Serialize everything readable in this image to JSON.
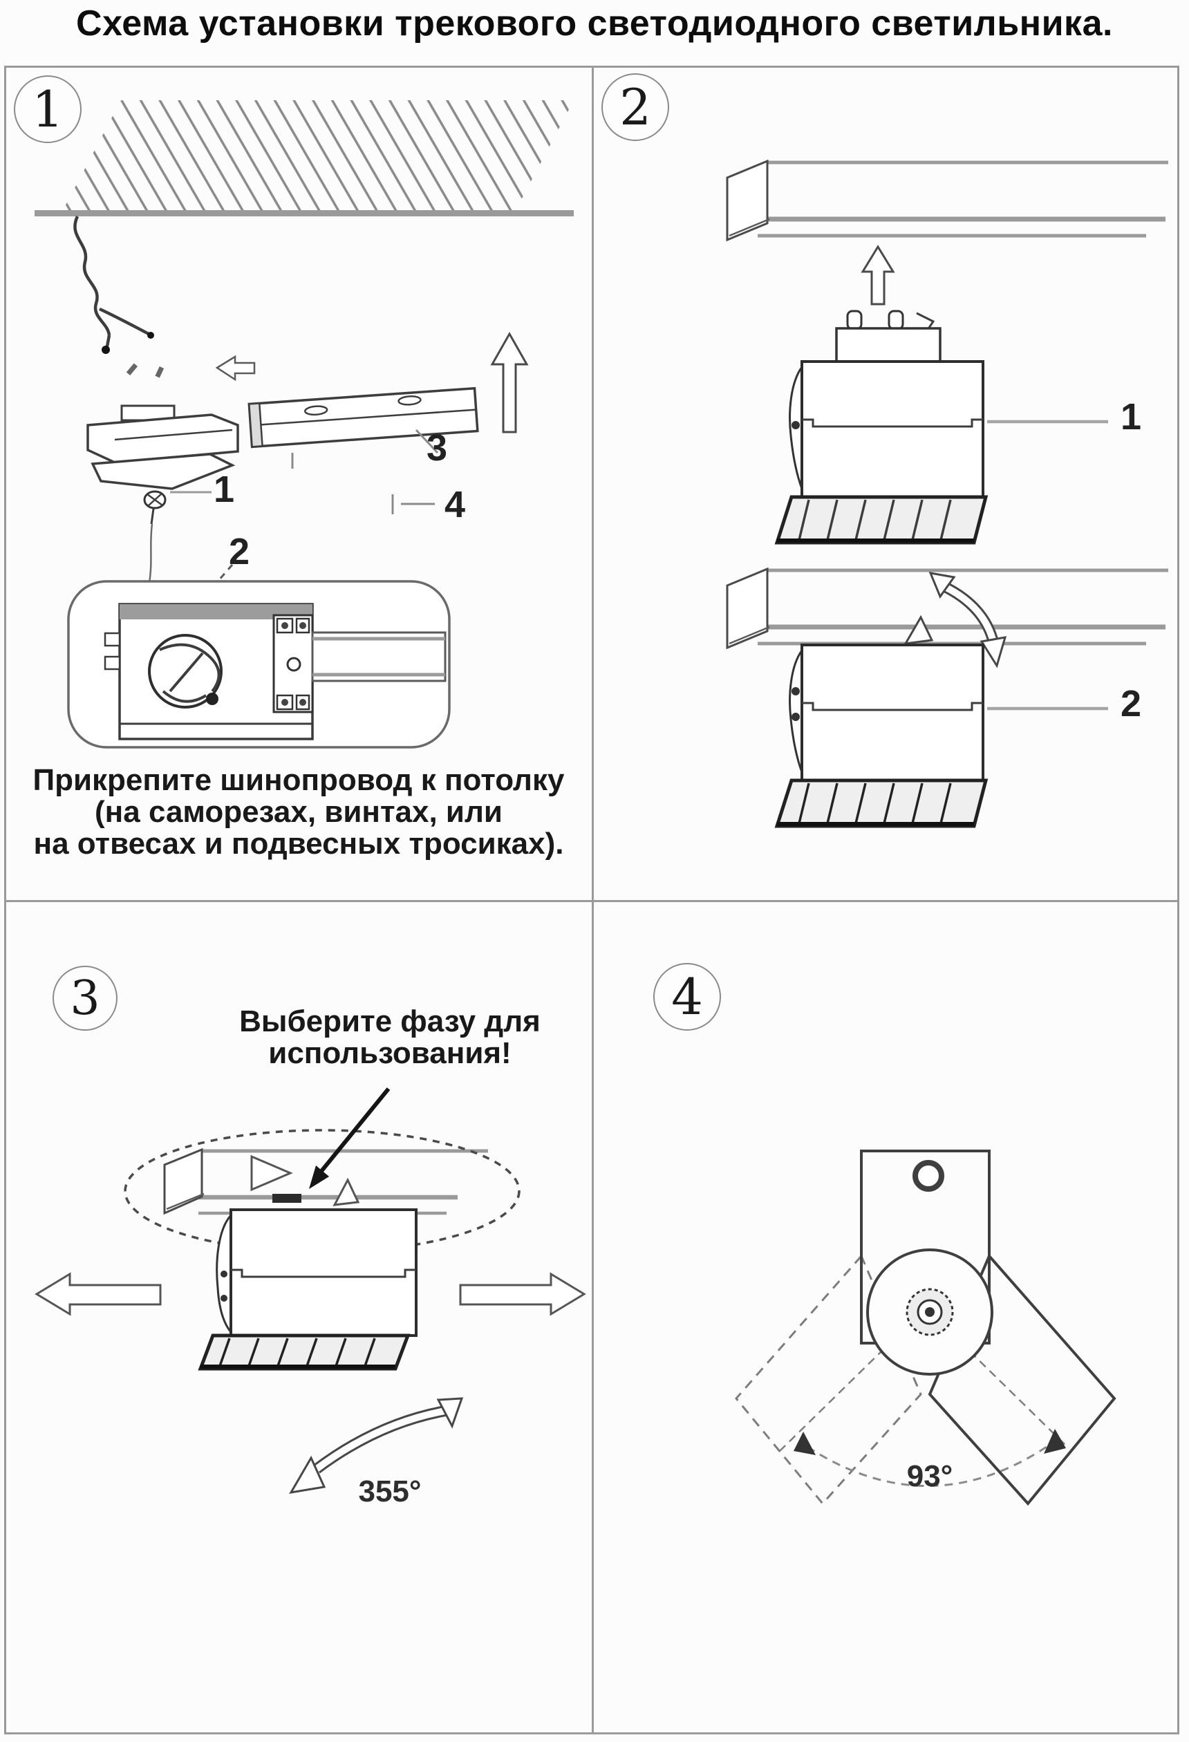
{
  "title": "Схема установки трекового светодиодного светильника.",
  "panel1": {
    "number": "1",
    "caption": {
      "line1": "Прикрепите шинопровод к потолку",
      "line2": "(на саморезах, винтах, или",
      "line3": "на отвесах и подвесных тросиках)."
    },
    "labels": {
      "screw": "1",
      "connector_detail": "2",
      "track_section": "3",
      "fastener": "4"
    }
  },
  "panel2": {
    "number": "2",
    "labels": {
      "luminaire": "1",
      "mounted_luminaire": "2"
    }
  },
  "panel3": {
    "number": "3",
    "caption": {
      "line1": "Выберите фазу для",
      "line2": "использования!"
    },
    "rotation_angle": "355°"
  },
  "panel4": {
    "number": "4",
    "tilt_angle": "93°"
  },
  "colors": {
    "line_dark": "#3d3d3d",
    "line_gray": "#9a9a9a",
    "text": "#191919"
  }
}
